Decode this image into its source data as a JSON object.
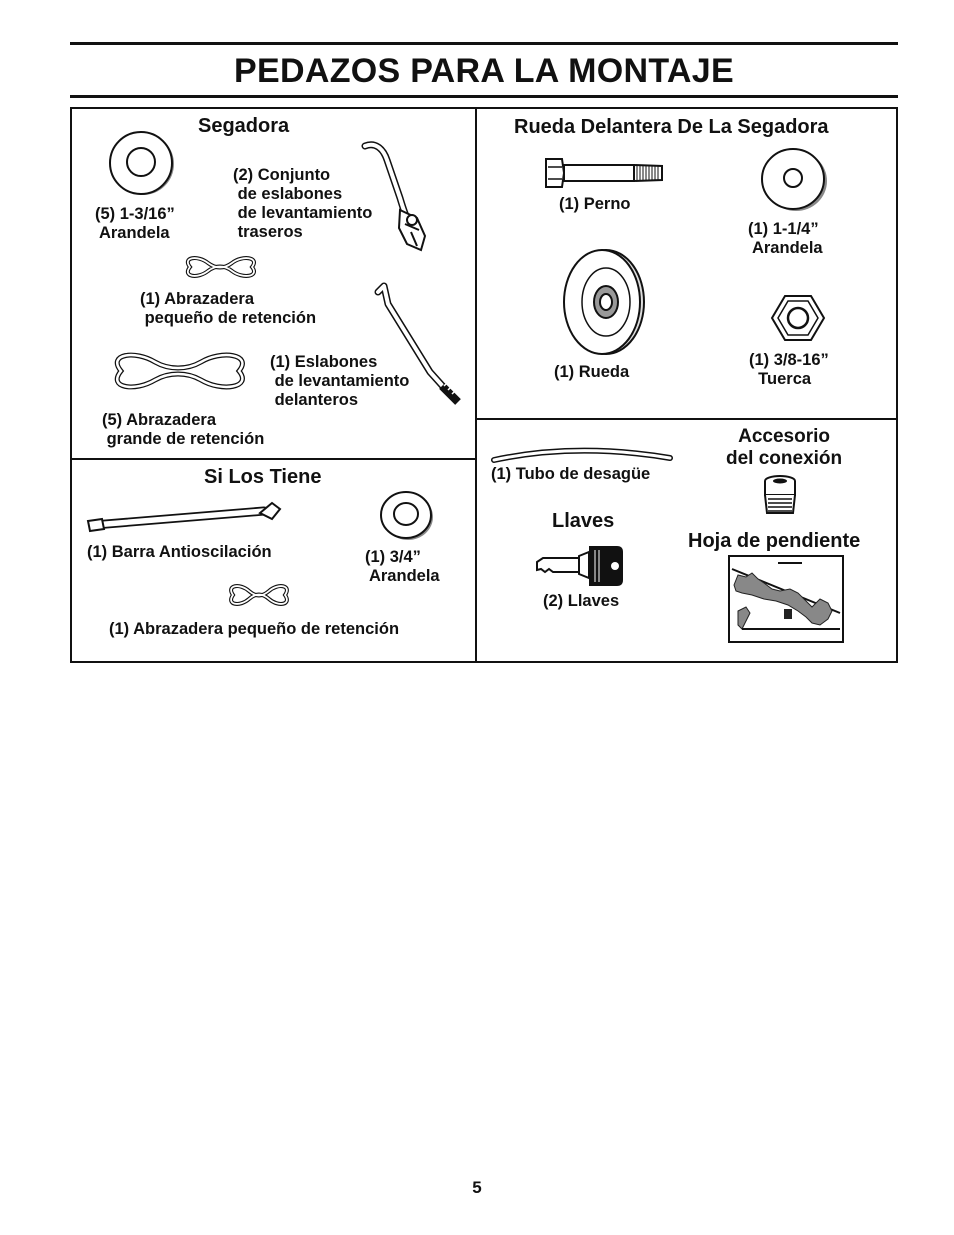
{
  "page": {
    "title": "PEDAZOS PARA LA MONTAJE",
    "page_number": "5"
  },
  "segadora": {
    "heading": "Segadora",
    "washer_label": "(5) 1-3/16”\n Arandela",
    "rear_links_label": "(2) Conjunto\n de eslabones\n de levantamiento\n traseros",
    "small_clip_label": "(1) Abrazadera\n pequeño de retención",
    "front_links_label": "(1) Eslabones\n de levantamiento\n delanteros",
    "large_clip_label": "(5) Abrazadera\n grande de retención"
  },
  "si_los_tiene": {
    "heading": "Si Los Tiene",
    "sway_bar_label": "(1) Barra Antioscilación",
    "washer_label": "(1) 3/4”\n Arandela",
    "clip_label": "(1) Abrazadera pequeño de retención"
  },
  "rueda": {
    "heading": "Rueda Delantera De La Segadora",
    "bolt_label": "(1) Perno",
    "washer_label": "(1) 1-1/4”\n Arandela",
    "wheel_label": "(1) Rueda",
    "nut_label": "(1) 3/8-16”\n  Tuerca"
  },
  "misc": {
    "tube_label": "(1) Tubo de desagüe",
    "fitting_heading": "Accesorio\ndel conexión",
    "keys_heading": "Llaves",
    "keys_label": "(2) Llaves",
    "slope_heading": "Hoja de pendiente"
  }
}
